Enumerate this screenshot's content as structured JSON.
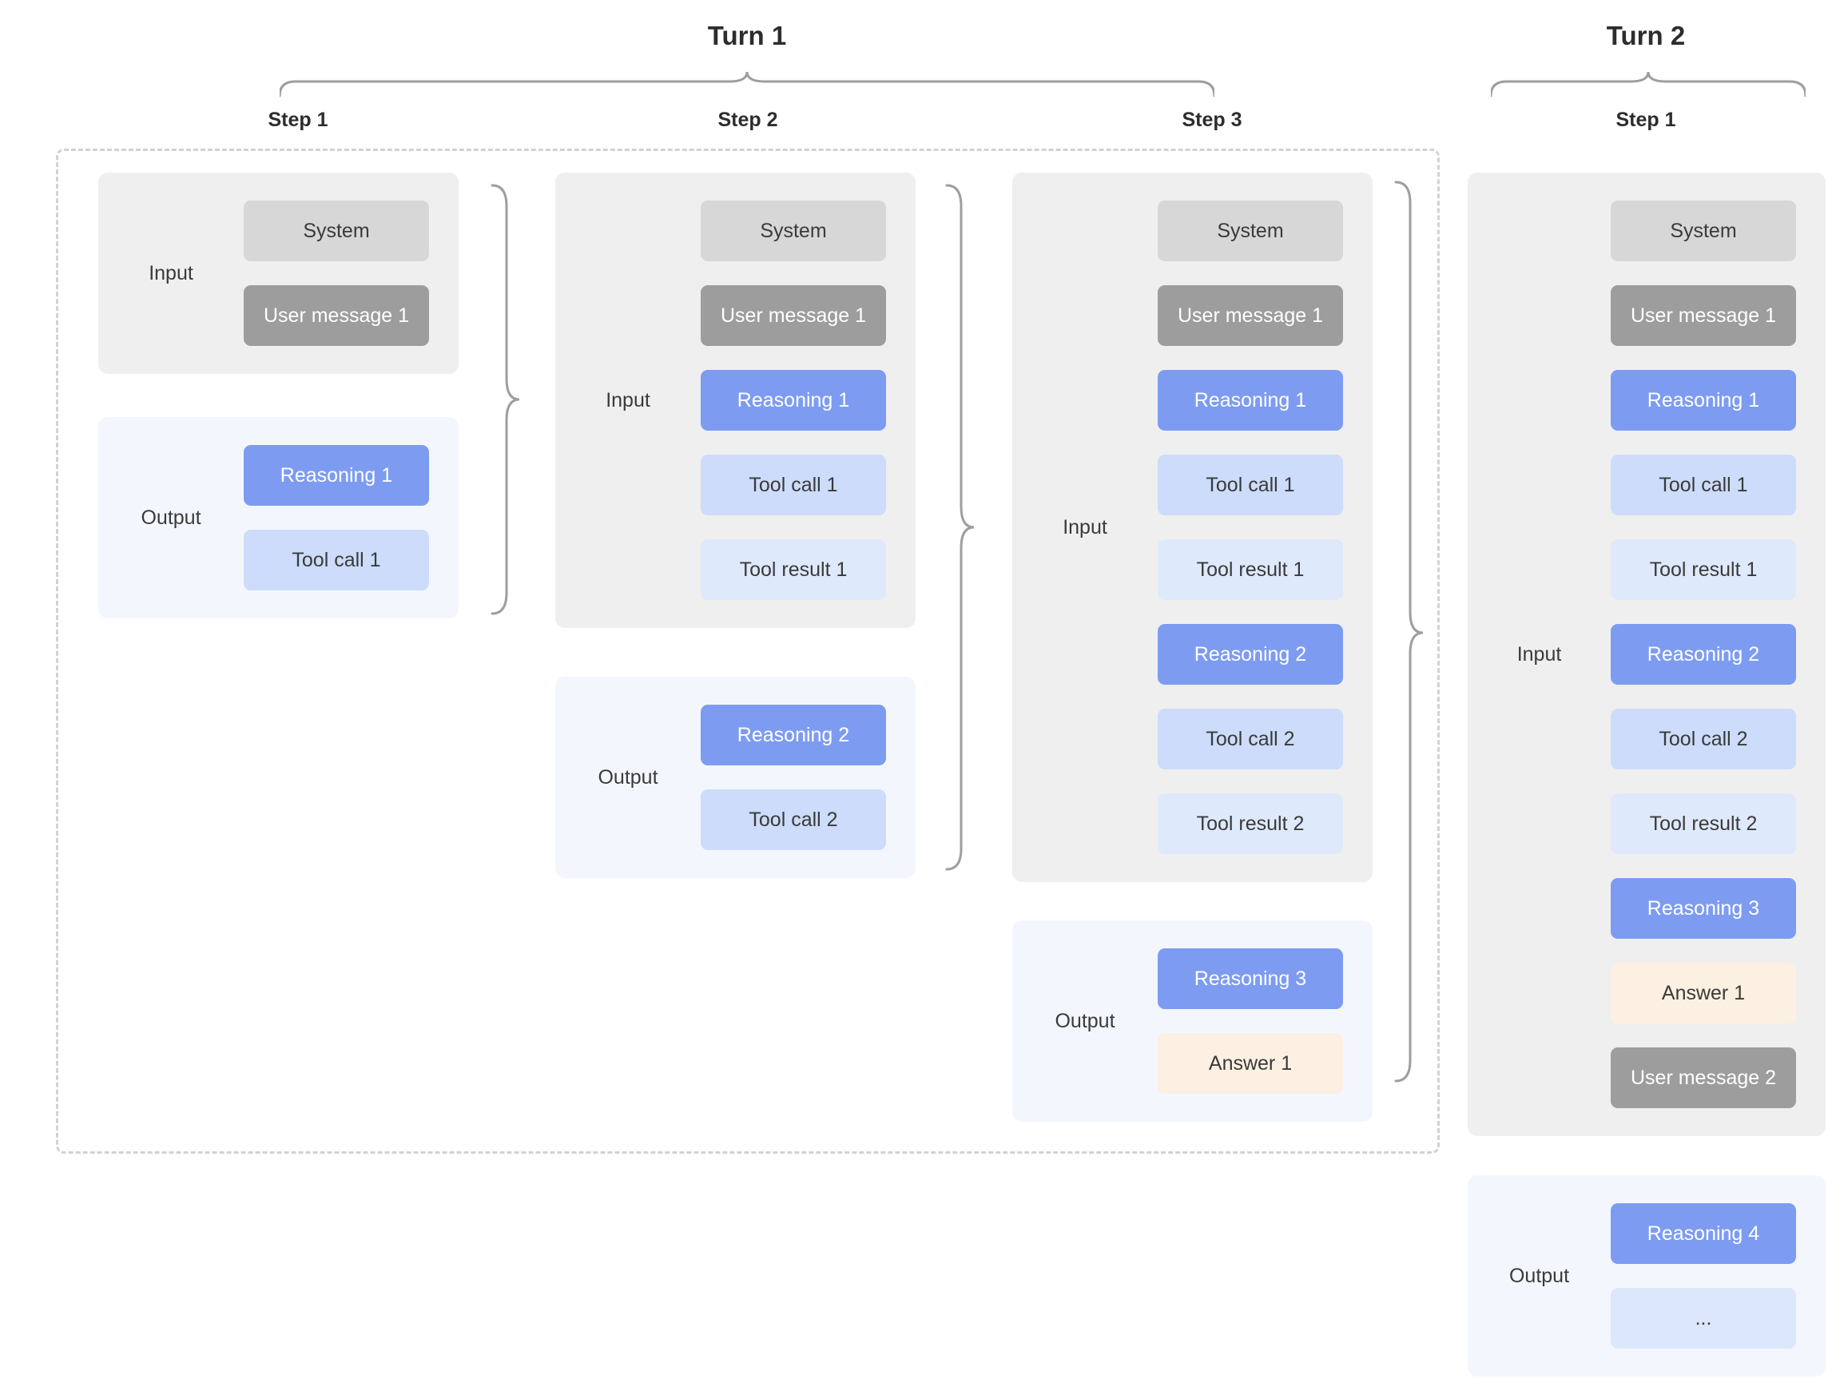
{
  "labels": {
    "input": "Input",
    "output": "Output"
  },
  "colors": {
    "system": {
      "bg": "#d7d7d7",
      "text": "#3a3a3a"
    },
    "user-message": {
      "bg": "#9d9d9d",
      "text": "#ffffff"
    },
    "reasoning": {
      "bg": "#7d9cf1",
      "text": "#ffffff"
    },
    "tool-call": {
      "bg": "#ccdcfa",
      "text": "#3a3a3a"
    },
    "tool-result": {
      "bg": "#dfe9fc",
      "text": "#3a3a3a"
    },
    "answer": {
      "bg": "#fbf0e1",
      "text": "#3a3a3a"
    },
    "ellipsis": {
      "bg": "#dce7fb",
      "text": "#3a3a3a"
    },
    "input_panel": "#f0efef",
    "output_panel": "#f3f7fd"
  },
  "turn1": {
    "title": "Turn 1",
    "steps": [
      {
        "label": "Step 1",
        "input": [
          {
            "label": "System",
            "type": "system"
          },
          {
            "label": "User message 1",
            "type": "user-message"
          }
        ],
        "output": [
          {
            "label": "Reasoning 1",
            "type": "reasoning"
          },
          {
            "label": "Tool call 1",
            "type": "tool-call"
          }
        ]
      },
      {
        "label": "Step 2",
        "input": [
          {
            "label": "System",
            "type": "system"
          },
          {
            "label": "User message 1",
            "type": "user-message"
          },
          {
            "label": "Reasoning 1",
            "type": "reasoning"
          },
          {
            "label": "Tool call 1",
            "type": "tool-call"
          },
          {
            "label": "Tool result 1",
            "type": "tool-result"
          }
        ],
        "output": [
          {
            "label": "Reasoning 2",
            "type": "reasoning"
          },
          {
            "label": "Tool call 2",
            "type": "tool-call"
          }
        ]
      },
      {
        "label": "Step 3",
        "input": [
          {
            "label": "System",
            "type": "system"
          },
          {
            "label": "User message 1",
            "type": "user-message"
          },
          {
            "label": "Reasoning 1",
            "type": "reasoning"
          },
          {
            "label": "Tool call 1",
            "type": "tool-call"
          },
          {
            "label": "Tool result 1",
            "type": "tool-result"
          },
          {
            "label": "Reasoning 2",
            "type": "reasoning"
          },
          {
            "label": "Tool call 2",
            "type": "tool-call"
          },
          {
            "label": "Tool result 2",
            "type": "tool-result"
          }
        ],
        "output": [
          {
            "label": "Reasoning 3",
            "type": "reasoning"
          },
          {
            "label": "Answer 1",
            "type": "answer"
          }
        ]
      }
    ]
  },
  "turn2": {
    "title": "Turn 2",
    "steps": [
      {
        "label": "Step 1",
        "input": [
          {
            "label": "System",
            "type": "system"
          },
          {
            "label": "User message 1",
            "type": "user-message"
          },
          {
            "label": "Reasoning 1",
            "type": "reasoning"
          },
          {
            "label": "Tool call 1",
            "type": "tool-call"
          },
          {
            "label": "Tool result 1",
            "type": "tool-result"
          },
          {
            "label": "Reasoning 2",
            "type": "reasoning"
          },
          {
            "label": "Tool call 2",
            "type": "tool-call"
          },
          {
            "label": "Tool result 2",
            "type": "tool-result"
          },
          {
            "label": "Reasoning 3",
            "type": "reasoning"
          },
          {
            "label": "Answer 1",
            "type": "answer"
          },
          {
            "label": "User message 2",
            "type": "user-message"
          }
        ],
        "output": [
          {
            "label": "Reasoning 4",
            "type": "reasoning"
          },
          {
            "label": "...",
            "type": "ellipsis"
          }
        ]
      }
    ]
  }
}
